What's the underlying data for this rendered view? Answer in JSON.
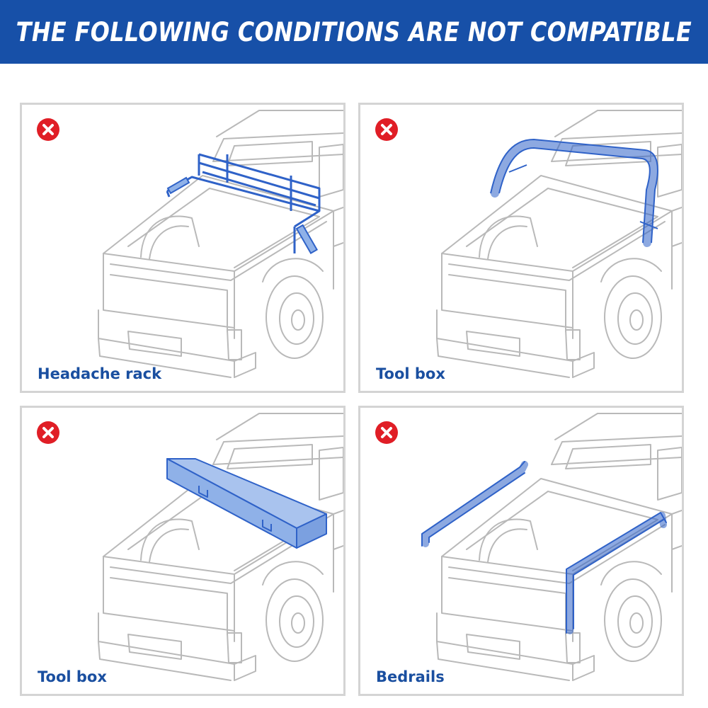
{
  "header": {
    "title": "THE FOLLOWING CONDITIONS ARE NOT COMPATIBLE"
  },
  "panels": [
    {
      "caption": "Headache rack",
      "status_icon": "red-x-icon"
    },
    {
      "caption": "Tool box",
      "status_icon": "red-x-icon"
    },
    {
      "caption": "Tool box",
      "status_icon": "red-x-icon"
    },
    {
      "caption": "Bedrails",
      "status_icon": "red-x-icon"
    }
  ],
  "colors": {
    "banner": "#1750a8",
    "caption": "#1a4fa0",
    "highlight": "#8fb1e8",
    "highlight_stroke": "#2f62c8",
    "x_mark": "#e01e26"
  }
}
